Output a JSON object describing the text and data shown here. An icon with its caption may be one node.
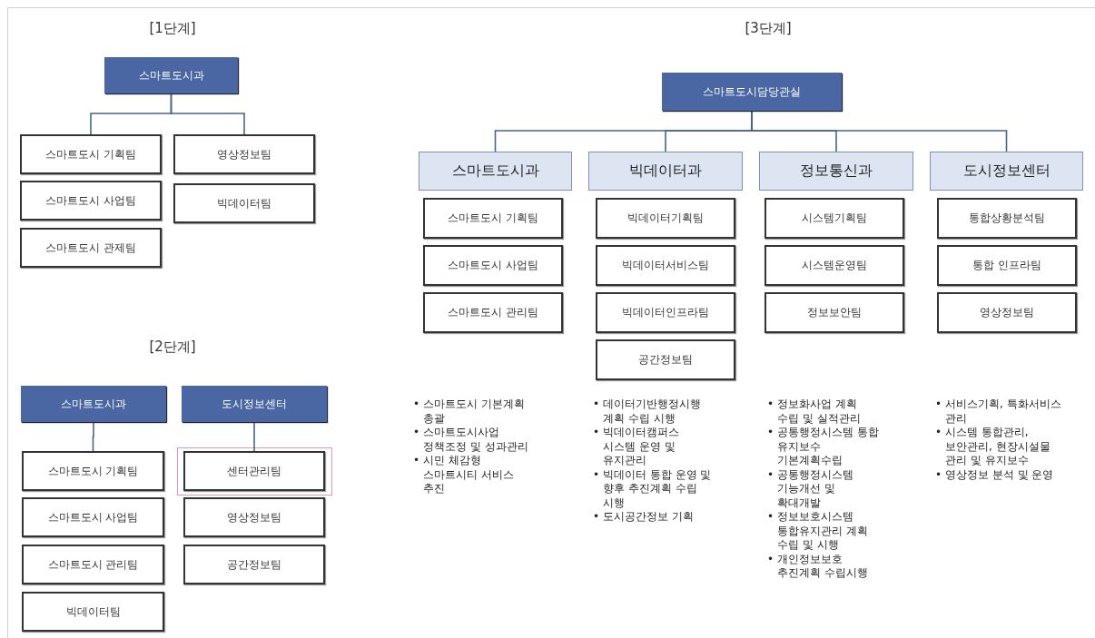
{
  "diagram": {
    "nodes": [
      {
        "text": [
          "스마트도시과"
        ]
      },
      {
        "text": [
          "스마트도시 기획팀"
        ]
      },
      {
        "text": [
          "스마트도시 사업팀"
        ]
      },
      {
        "text": [
          "스마트도시 관제팀"
        ]
      },
      {
        "text": [
          "영상정보팀"
        ]
      },
      {
        "text": [
          "빅데이터팀"
        ]
      },
      {
        "text": [
          "스마트도시과"
        ]
      },
      {
        "text": [
          "도시정보센터"
        ]
      },
      {
        "text": [
          "스마트도시 기획팀"
        ]
      },
      {
        "text": [
          "스마트도시 사업팀"
        ]
      },
      {
        "text": [
          "스마트도시 관리팀"
        ]
      },
      {
        "text": [
          "빅데이터팀"
        ]
      },
      {
        "text": [
          "센터관리팀"
        ]
      },
      {
        "text": [
          "영상정보팀"
        ]
      },
      {
        "text": [
          "공간정보팀"
        ]
      },
      {
        "text": [
          "스마트도시담당관실"
        ]
      },
      {
        "text": [
          "스마트도시과"
        ]
      },
      {
        "text": [
          "빅데이터과"
        ]
      },
      {
        "text": [
          "정보통신과"
        ]
      },
      {
        "text": [
          "도시정보센터"
        ]
      },
      {
        "text": [
          "스마트도시 기획팀"
        ]
      },
      {
        "text": [
          "스마트도시 사업팀"
        ]
      },
      {
        "text": [
          "스마트도시 관리팀"
        ]
      },
      {
        "text": [
          "빅데이터기획팀"
        ]
      },
      {
        "text": [
          "빅데이터서비스팀"
        ]
      },
      {
        "text": [
          "빅데이터인프라팀"
        ]
      },
      {
        "text": [
          "공간정보팀"
        ]
      },
      {
        "text": [
          "시스템기획팀"
        ]
      },
      {
        "text": [
          "시스템운영팀"
        ]
      },
      {
        "text": [
          "정보보안팀"
        ]
      },
      {
        "text": [
          "통합상황분석팀"
        ]
      },
      {
        "text": [
          "통합 인프라팀"
        ]
      },
      {
        "text": [
          "영상정보팀"
        ]
      }
    ],
    "edges": [
      {
        "from": 0,
        "to": 1,
        "arrow": "none"
      },
      {
        "from": 0,
        "to": 4,
        "arrow": "none"
      },
      {
        "from": 6,
        "to": 8,
        "arrow": "none"
      },
      {
        "from": 7,
        "to": 12,
        "arrow": "none"
      },
      {
        "from": 15,
        "to": 16,
        "arrow": "none"
      },
      {
        "from": 15,
        "to": 17,
        "arrow": "none"
      },
      {
        "from": 15,
        "to": 18,
        "arrow": "none"
      },
      {
        "from": 15,
        "to": 19,
        "arrow": "none"
      }
    ],
    "labels": [
      "[1단계]",
      "[2단계]",
      "[3단계]",
      "• 스마트도시 기본계획 총괄",
      "• 스마트도시사업 정책조정 및 성과관리",
      "• 시민 체감형 스마트시티 서비스 추진",
      "• 데이터기반행정시행 계획 수립 시행",
      "• 빅데이터캠퍼스 시스템 운영 및 유지관리",
      "• 빅데이터 통합 운영 및 향후 추진계획 수립 시행",
      "• 도시공간정보 기획",
      "• 정보화사업 계획 수립 및 실적관리",
      "• 공통행정시스템 통합 유지보수 기본계획수립",
      "• 공통행정시스템 기능개선 및 확대개발",
      "• 정보보호시스템 통합유지관리 계획 수립 및 시행",
      "• 개인정보보호 추진계획 수립시행",
      "• 서비스기획, 특화서비스 관리",
      "• 시스템 통합관리, 보안관리, 현장시설물 관리 및 유지보수",
      "• 영상정보 분석 및 운영"
    ]
  }
}
